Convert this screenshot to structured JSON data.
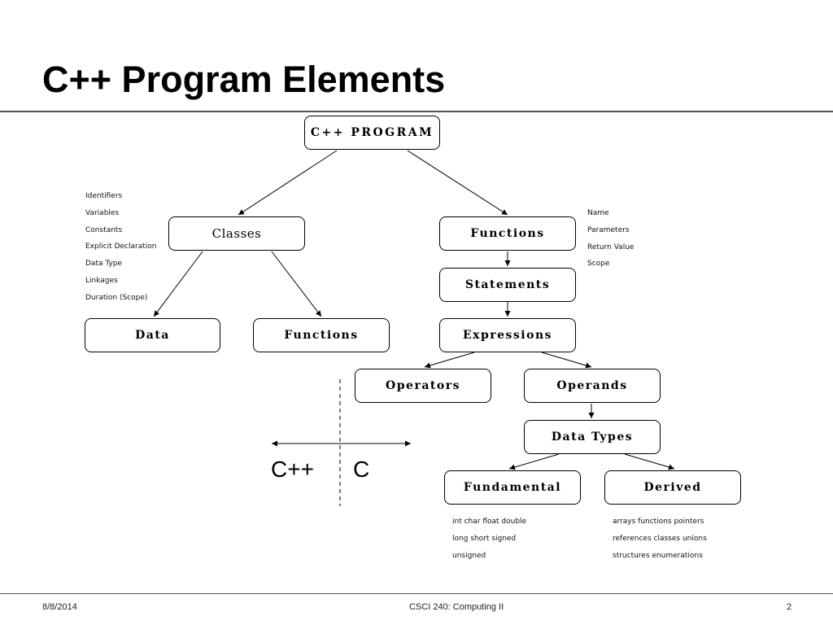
{
  "slide": {
    "title": "C++ Program Elements",
    "footer": {
      "date": "8/8/2014",
      "course": "CSCI 240: Computing II",
      "page": "2"
    }
  },
  "diagram": {
    "nodes": {
      "program": "C++ PROGRAM",
      "classes": "Classes",
      "functions_main": "Functions",
      "data": "Data",
      "functions_class": "Functions",
      "statements": "Statements",
      "expressions": "Expressions",
      "operators": "Operators",
      "operands": "Operands",
      "data_types": "Data Types",
      "fundamental": "Fundamental",
      "derived": "Derived"
    },
    "classes_notes": [
      "Identifiers",
      "Variables",
      "Constants",
      "Explicit Declaration",
      "Data Type",
      "Linkages",
      "Duration (Scope)"
    ],
    "functions_notes": [
      "Name",
      "Parameters",
      "Return Value",
      "Scope"
    ],
    "fundamental_notes": [
      "int  char  float  double",
      "long  short  signed",
      "unsigned"
    ],
    "derived_notes": [
      "arrays  functions  pointers",
      "references  classes  unions",
      "structures  enumerations"
    ],
    "language_divider": {
      "left": "C++",
      "right": "C"
    }
  }
}
